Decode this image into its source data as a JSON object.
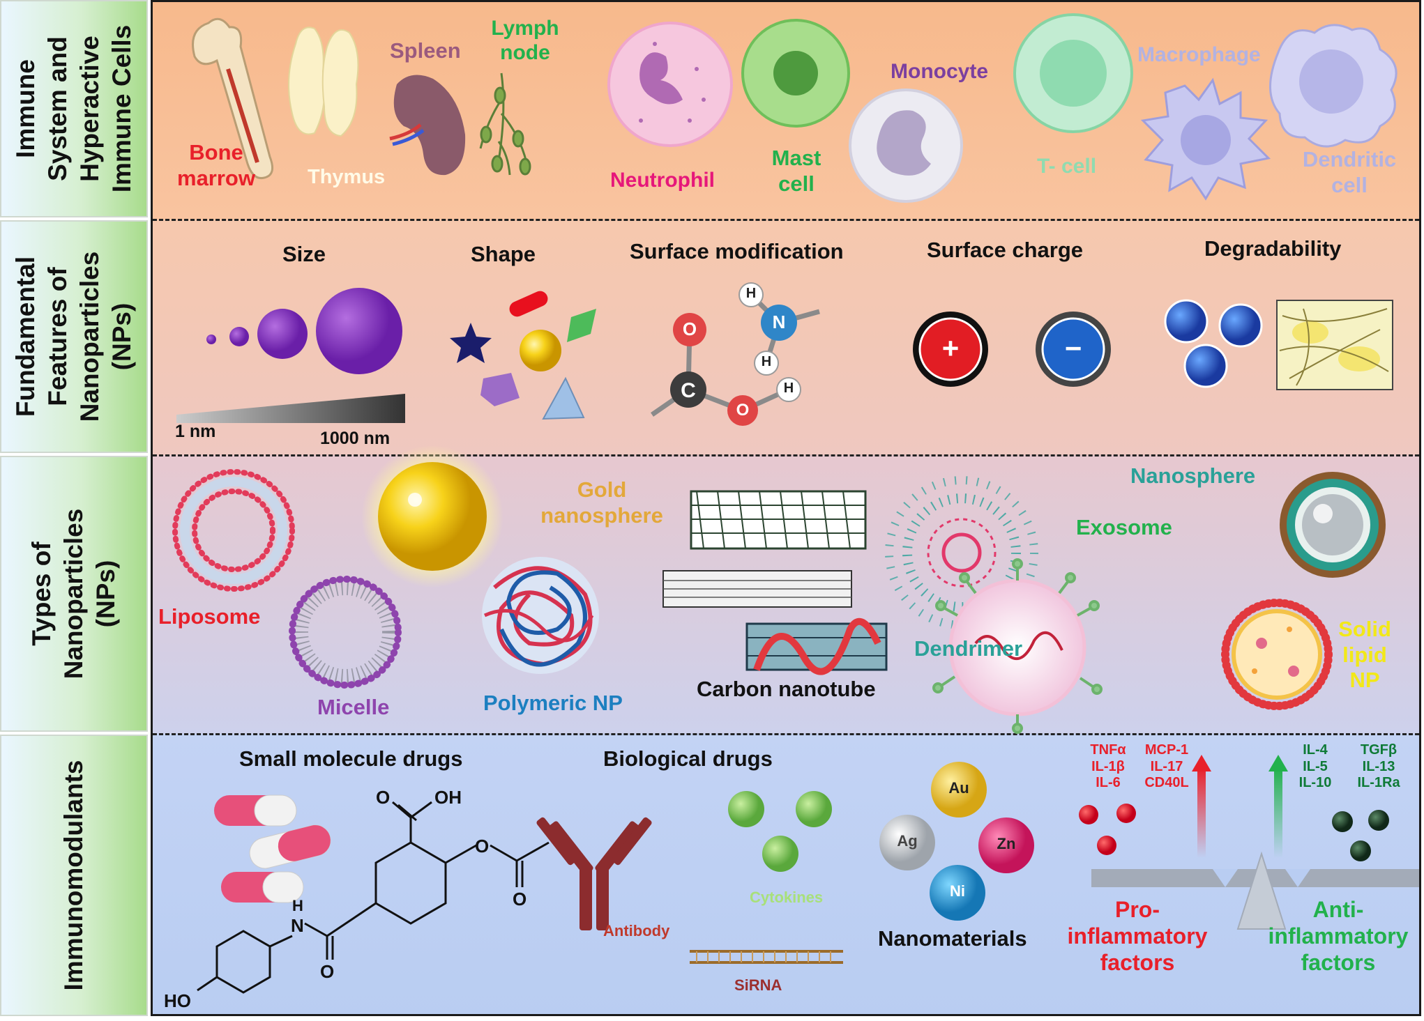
{
  "sidebar": [
    {
      "label": "Immune\nSystem and\nHyperactive\nImmune Cells"
    },
    {
      "label": "Fundamental\nFeatures of\nNanoparticles\n(NPs)"
    },
    {
      "label": "Types of\nNanoparticles\n(NPs)"
    },
    {
      "label": "Immunomodulants"
    }
  ],
  "immune": {
    "bone_marrow": "Bone\nmarrow",
    "thymus": "Thymus",
    "spleen": "Spleen",
    "lymph_node": "Lymph\nnode",
    "neutrophil": "Neutrophil",
    "mast_cell": "Mast\ncell",
    "monocyte": "Monocyte",
    "t_cell": "T- cell",
    "macrophage": "Macrophage",
    "dendritic_cell": "Dendritic\ncell"
  },
  "features": {
    "size": "Size",
    "size_min": "1 nm",
    "size_max": "1000 nm",
    "shape": "Shape",
    "surface_modification": "Surface modification",
    "surface_charge": "Surface charge",
    "degradability": "Degradability",
    "atoms": {
      "o1": "O",
      "c": "C",
      "o2": "O",
      "h1": "H",
      "h2": "H",
      "h3": "H",
      "n": "N"
    },
    "plus": "+",
    "minus": "−"
  },
  "types": {
    "liposome": "Liposome",
    "micelle": "Micelle",
    "gold": "Gold\nnanosphere",
    "polymeric": "Polymeric NP",
    "carbon": "Carbon nanotube",
    "dendrimer": "Dendrimer",
    "nanosphere": "Nanosphere",
    "exosome": "Exosome",
    "sln": "Solid\nlipid\nNP"
  },
  "modulants": {
    "small_molecule": "Small molecule drugs",
    "biological": "Biological drugs",
    "antibody": "Antibody",
    "cytokines": "Cytokines",
    "sirna": "SiRNA",
    "nanomaterials": "Nanomaterials",
    "metals": {
      "au": "Au",
      "ag": "Ag",
      "zn": "Zn",
      "ni": "Ni"
    },
    "chem": {
      "o_top": "O",
      "oh": "OH",
      "o_ester": "O",
      "o_carbonyl": "O",
      "h": "H",
      "n": "N",
      "o_amide": "O",
      "ho": "HO"
    },
    "pro_list1": "TNFα\nIL-1β\nIL-6",
    "pro_list2": "MCP-1\nIL-17\nCD40L",
    "anti_list1": "IL-4\nIL-5\nIL-10",
    "anti_list2": "TGFβ\nIL-13\nIL-1Ra",
    "pro": "Pro-\ninflammatory\nfactors",
    "anti": "Anti-\ninflammatory\nfactors"
  },
  "colors": {
    "red": "#e8202a",
    "green": "#22b14c",
    "purple": "#7b3fa0",
    "pink": "#e6177a",
    "teal": "#2aa198",
    "lavender": "#b2b2e2",
    "gold": "#e3a83a",
    "blue": "#1c7fc0",
    "brown": "#9b2f2f"
  }
}
